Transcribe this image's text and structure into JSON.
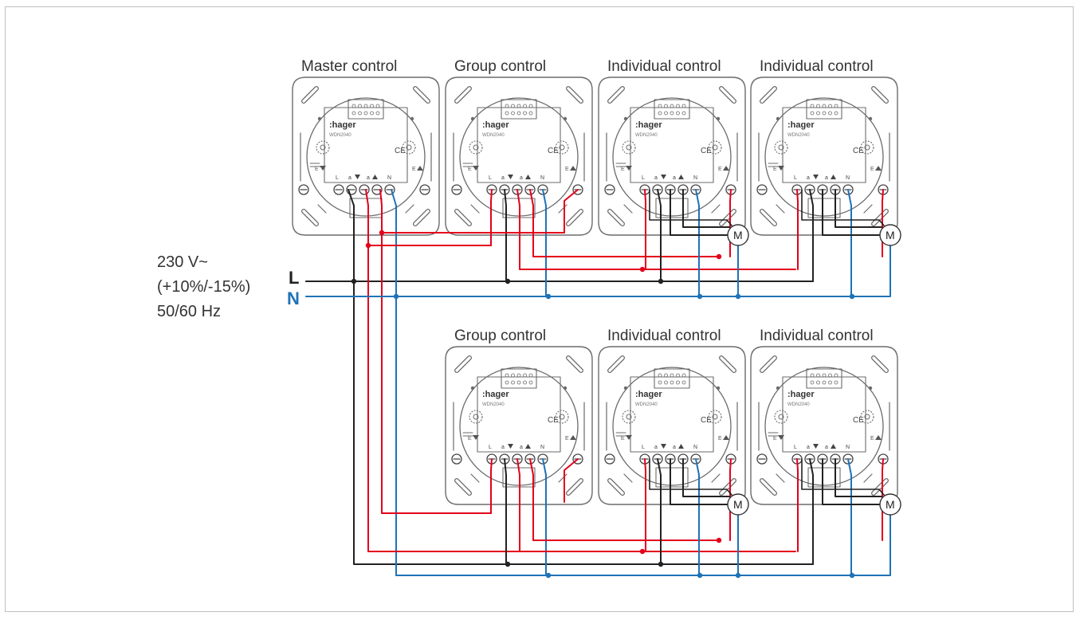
{
  "supply": {
    "voltage": "230 V~",
    "tolerance": "(+10%/-15%)",
    "frequency": "50/60 Hz"
  },
  "lines": {
    "live": "L",
    "neutral": "N"
  },
  "colors": {
    "live": "#222222",
    "red": "#e3001b",
    "neutral": "#1f73b7",
    "outline": "#6b6b6b"
  },
  "row1": {
    "labels": [
      "Master control",
      "Group control",
      "Individual control",
      "Individual control"
    ]
  },
  "row2": {
    "labels": [
      "Group control",
      "Individual control",
      "Individual control"
    ]
  },
  "device": {
    "brand": ":hager",
    "model": "WDN2040",
    "ce": "CE",
    "terminals": [
      "L",
      "a",
      "a",
      "N"
    ],
    "e_label": "E"
  },
  "motor": "M"
}
